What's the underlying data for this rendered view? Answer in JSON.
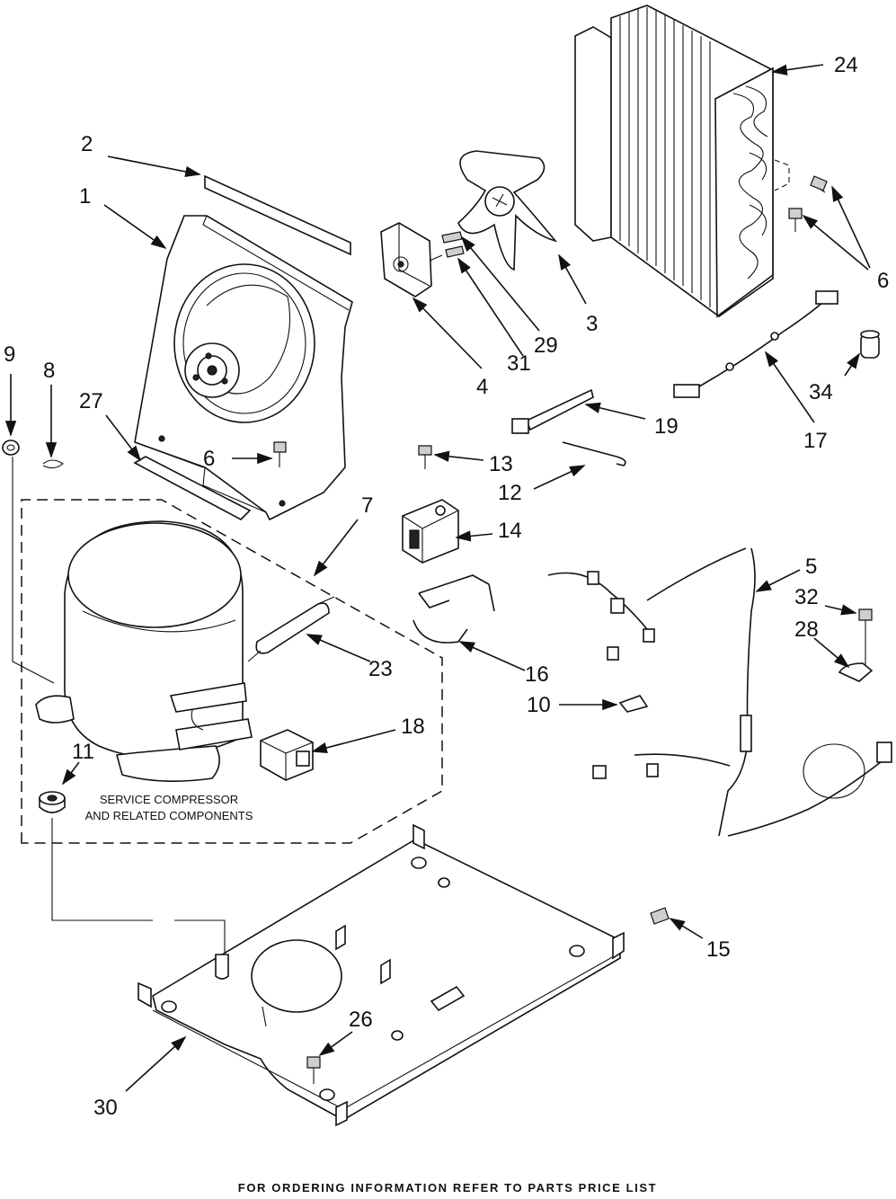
{
  "callouts": [
    "1",
    "2",
    "3",
    "4",
    "5",
    "6",
    "6",
    "6",
    "7",
    "8",
    "9",
    "10",
    "11",
    "12",
    "13",
    "14",
    "15",
    "16",
    "17",
    "18",
    "19",
    "23",
    "24",
    "26",
    "27",
    "28",
    "29",
    "30",
    "31",
    "32",
    "34"
  ],
  "service_box_label": {
    "line1": "SERVICE COMPRESSOR",
    "line2": "AND RELATED COMPONENTS"
  },
  "footer": "FOR ORDERING INFORMATION REFER TO PARTS PRICE LIST"
}
